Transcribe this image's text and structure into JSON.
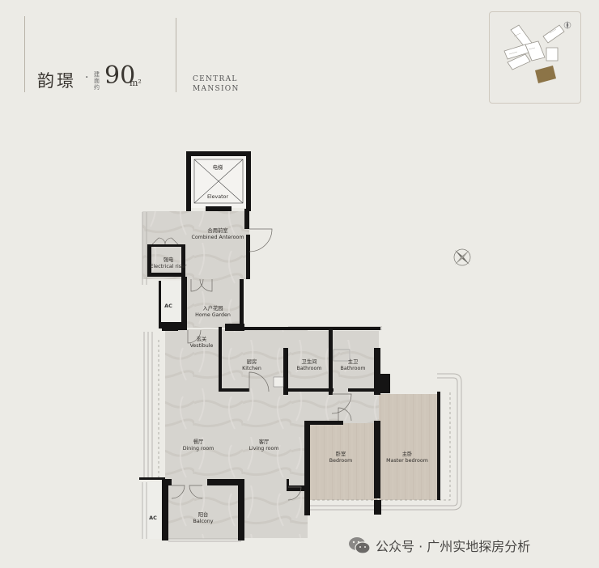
{
  "header": {
    "unit_name": "韵璟",
    "separator": "·",
    "area_label": "建面约",
    "area_value": "90",
    "area_unit": "m²",
    "brand_line1": "CENTRAL",
    "brand_line2": "MANSION"
  },
  "rooms": {
    "elevator": {
      "cn": "电梯",
      "en": "Elevator"
    },
    "anteroom": {
      "cn": "合用前室",
      "en": "Combined Anteroom"
    },
    "riser": {
      "cn": "强电",
      "en": "Electrical riser"
    },
    "garden": {
      "cn": "入户花园",
      "en": "Home Garden"
    },
    "vestibule": {
      "cn": "玄关",
      "en": "Vestibule"
    },
    "kitchen": {
      "cn": "厨房",
      "en": "Kitchen"
    },
    "bathroom": {
      "cn": "卫生间",
      "en": "Bathroom"
    },
    "master_bath": {
      "cn": "主卫",
      "en": "Bathroom"
    },
    "dining": {
      "cn": "餐厅",
      "en": "Dining room"
    },
    "living": {
      "cn": "客厅",
      "en": "Living room"
    },
    "bedroom": {
      "cn": "卧室",
      "en": "Bedroom"
    },
    "master_bedroom": {
      "cn": "主卧",
      "en": "Master bedroom"
    },
    "balcony": {
      "cn": "阳台",
      "en": "Balcony"
    }
  },
  "ac_label": "AC",
  "watermark": "公众号 · 广州实地探房分析",
  "colors": {
    "background": "#ecebe6",
    "wall": "#151414",
    "stone_floor": "#d6d4cf",
    "wood_floor": "#cfc6ba",
    "keyplan_highlight": "#8c7447"
  }
}
